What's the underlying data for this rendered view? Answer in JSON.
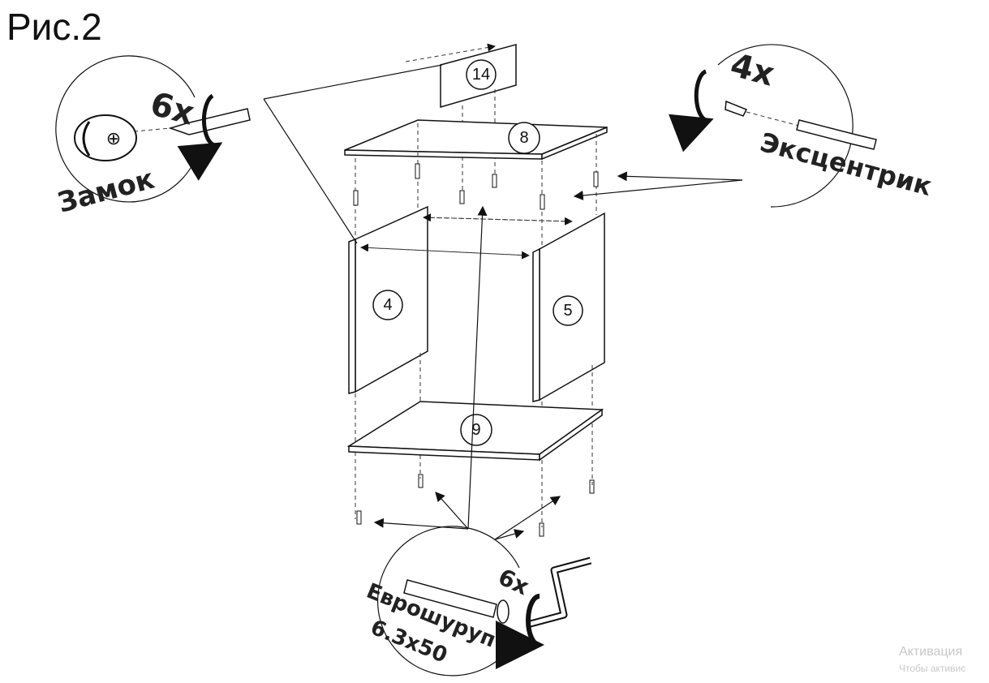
{
  "title": "Рис.2",
  "parts": {
    "p14": "14",
    "p8": "8",
    "p4": "4",
    "p5": "5",
    "p9": "9"
  },
  "callouts": {
    "lock": {
      "qty": "6x",
      "label": "Замок"
    },
    "eccentric": {
      "qty": "4x",
      "label": "Эксцентрик"
    },
    "euroscrew": {
      "qty": "6x",
      "label": "Еврошуруп",
      "size": "6.3x50"
    }
  },
  "watermark": {
    "line1": "Активация",
    "line2": "Чтобы активис"
  }
}
